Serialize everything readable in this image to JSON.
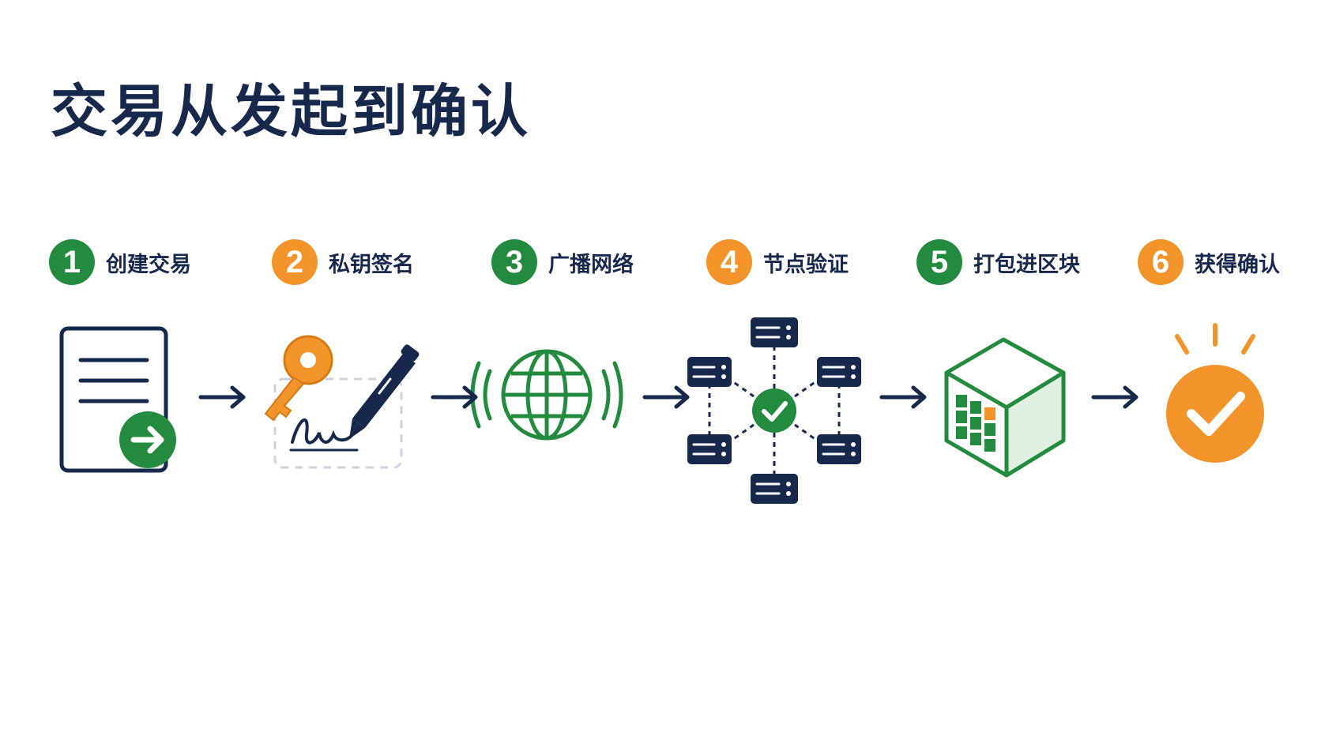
{
  "title": "交易从发起到确认",
  "colors": {
    "navy": "#16284c",
    "green": "#228b3d",
    "orange": "#f2942a"
  },
  "steps": [
    {
      "num": "1",
      "label": "创建交易",
      "color": "#228b3d",
      "icon": "document-send-icon"
    },
    {
      "num": "2",
      "label": "私钥签名",
      "color": "#f2942a",
      "icon": "key-and-pen-signature-icon"
    },
    {
      "num": "3",
      "label": "广播网络",
      "color": "#228b3d",
      "icon": "globe-broadcast-icon"
    },
    {
      "num": "4",
      "label": "节点验证",
      "color": "#f2942a",
      "icon": "node-network-verify-icon"
    },
    {
      "num": "5",
      "label": "打包进区块",
      "color": "#228b3d",
      "icon": "block-cube-icon"
    },
    {
      "num": "6",
      "label": "获得确认",
      "color": "#f2942a",
      "icon": "confirmed-check-icon"
    }
  ],
  "connector": "arrow-right-icon"
}
